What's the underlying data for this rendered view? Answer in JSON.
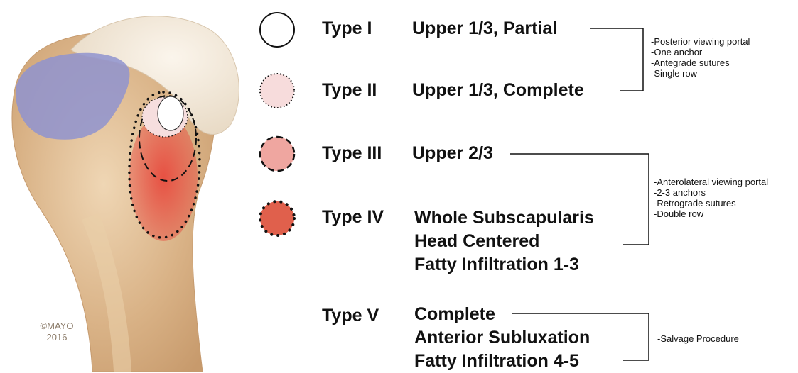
{
  "copyright": {
    "line1": "©MAYO",
    "line2": "2016"
  },
  "tears": [
    {
      "type": "Type I",
      "description": [
        "Upper 1/3, Partial"
      ],
      "marker_fill": "#ffffff",
      "marker_border": "solid"
    },
    {
      "type": "Type II",
      "description": [
        "Upper 1/3, Complete"
      ],
      "marker_fill": "#f7dcdc",
      "marker_border": "dotted"
    },
    {
      "type": "Type III",
      "description": [
        "Upper 2/3"
      ],
      "marker_fill": "#efa6a0",
      "marker_border": "dashed"
    },
    {
      "type": "Type IV",
      "description": [
        "Whole Subscapularis",
        "Head Centered",
        "Fatty Infiltration 1-3"
      ],
      "marker_fill": "#e0604c",
      "marker_border": "heavy-dotted"
    },
    {
      "type": "Type V",
      "description": [
        "Complete",
        "Anterior Subluxation",
        "Fatty Infiltration 4-5"
      ],
      "marker_fill": "",
      "marker_border": ""
    }
  ],
  "groups": [
    {
      "notes": [
        "-Posterior viewing portal",
        "-One anchor",
        "-Antegrade sutures",
        "-Single row"
      ]
    },
    {
      "notes": [
        "-Anterolateral viewing portal",
        "-2-3 anchors",
        "-Retrograde sutures",
        "-Double row"
      ]
    },
    {
      "notes": [
        "-Salvage Procedure"
      ]
    }
  ],
  "colors": {
    "bone": "#e6c79f",
    "cartilage": "#f5ead9",
    "tendon_blue": "#8f93cf",
    "tear_red": "#e2483a"
  }
}
